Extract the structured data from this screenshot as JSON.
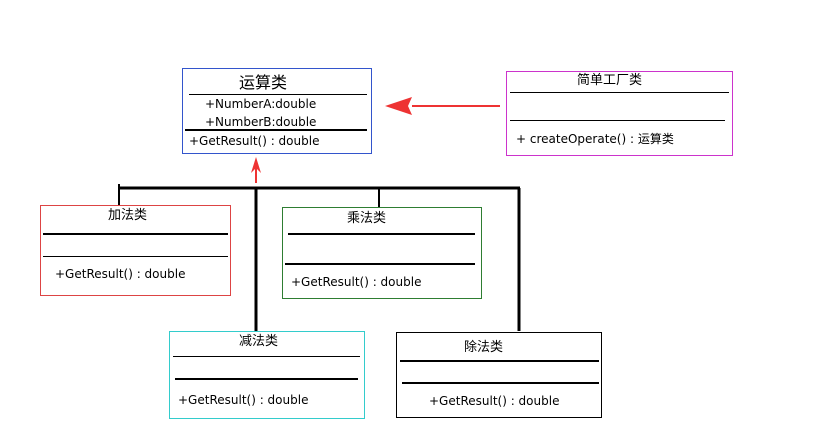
{
  "operation": {
    "name": "运算类",
    "attributes": [
      "+NumberA:double",
      "+NumberB:double"
    ],
    "method": "+GetResult() : double",
    "border_color": "#3355cc"
  },
  "factory": {
    "name": "简单工厂类",
    "method": "+ createOperate() : 运算类",
    "border_color": "#cc33cc"
  },
  "add": {
    "name": "加法类",
    "method": "+GetResult() : double",
    "border_color": "#dd4444"
  },
  "mul": {
    "name": "乘法类",
    "method": "+GetResult() : double",
    "border_color": "#2e7d32"
  },
  "sub": {
    "name": "减法类",
    "method": "+GetResult() : double",
    "border_color": "#33cccc"
  },
  "div": {
    "name": "除法类",
    "method": "+GetResult() : double",
    "border_color": "#000000"
  },
  "arrow_color": "#ee3333"
}
